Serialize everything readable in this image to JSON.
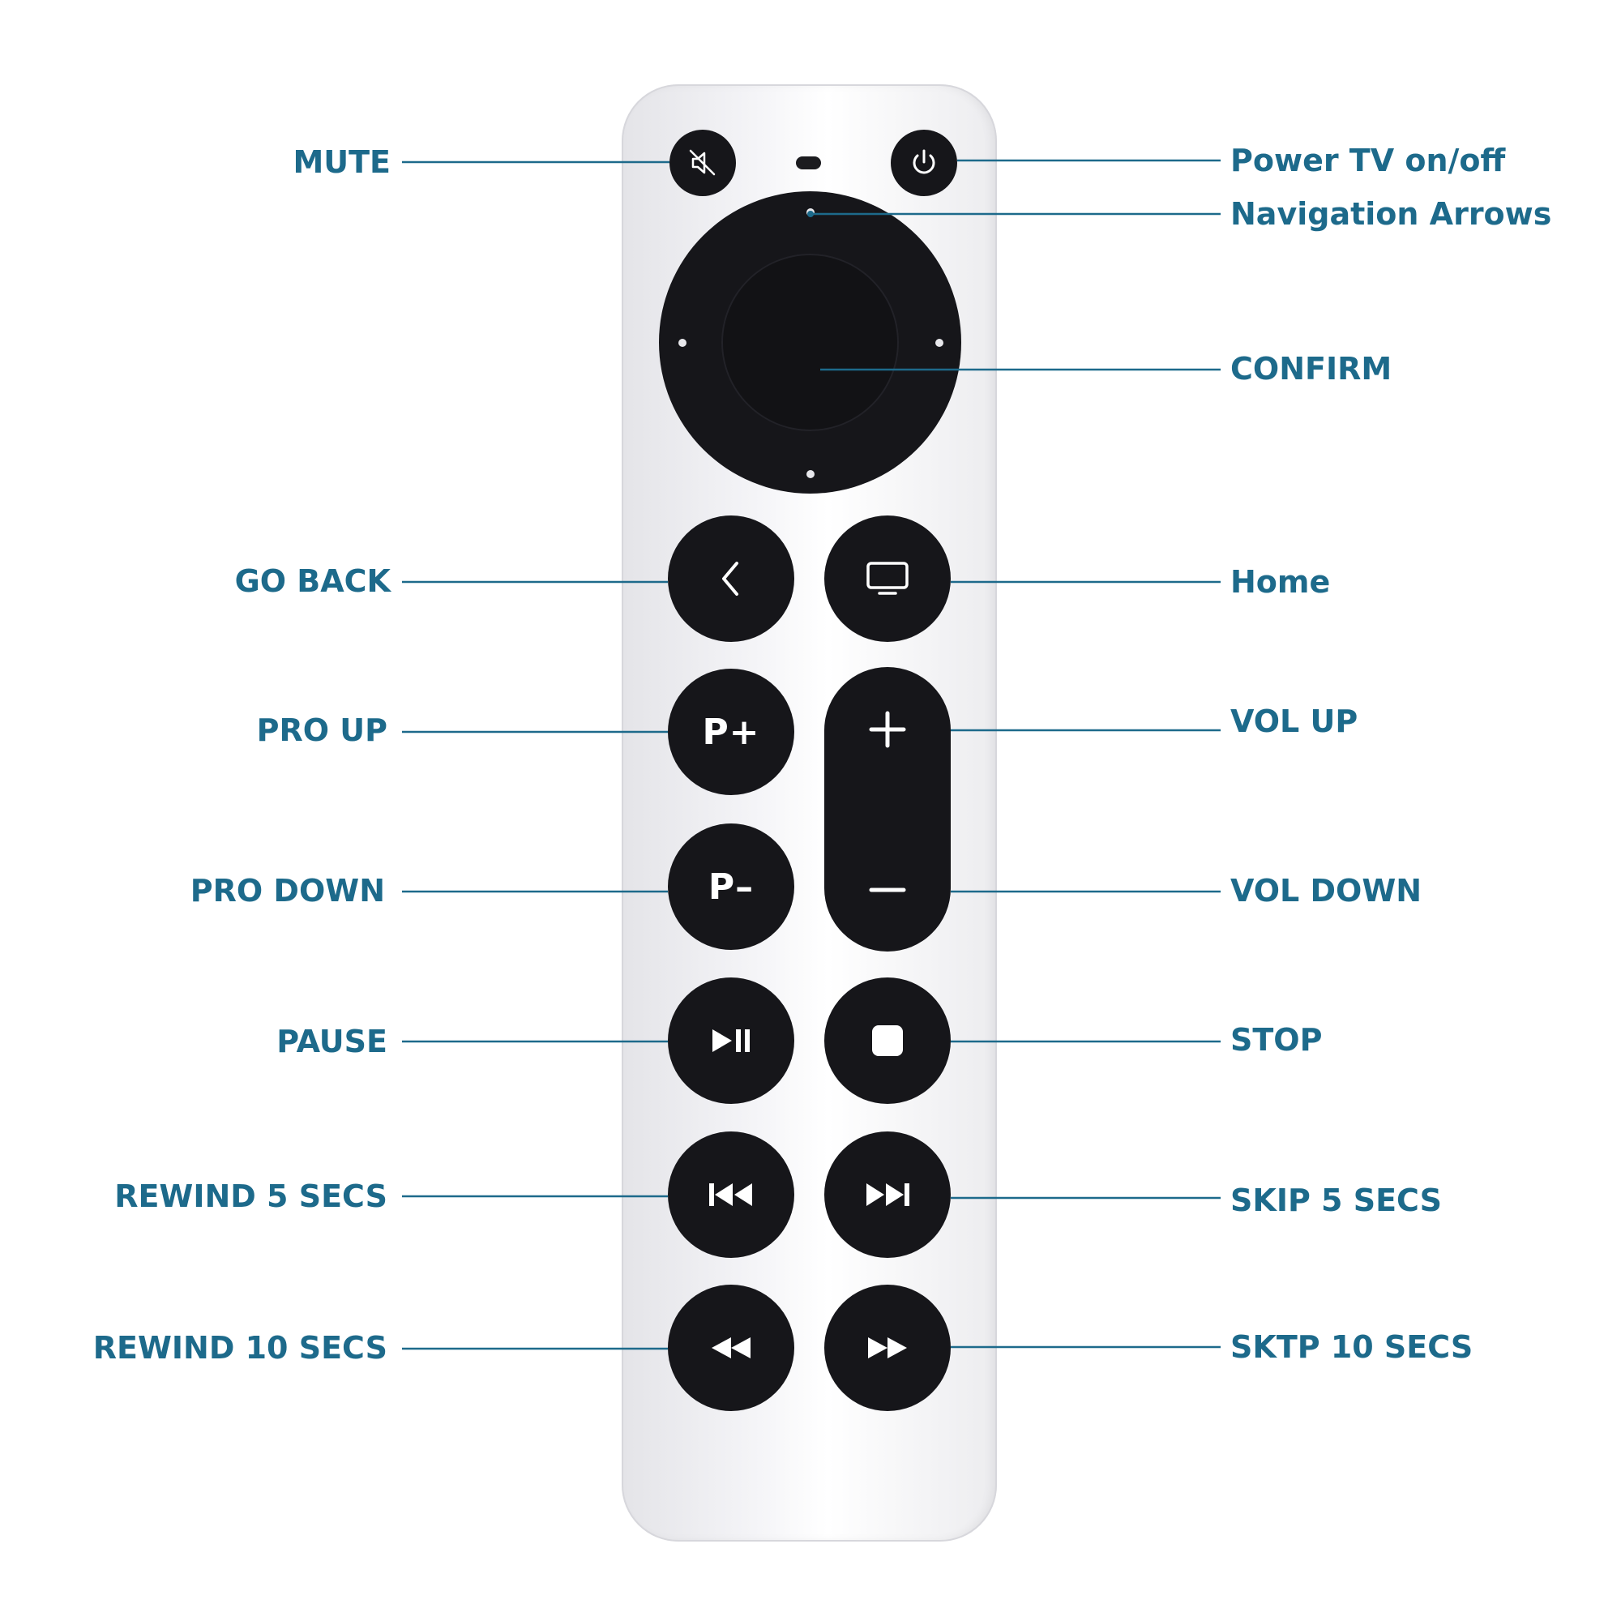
{
  "labels": {
    "mute": "MUTE",
    "go_back": "GO BACK",
    "pro_up": "PRO UP",
    "pro_down": "PRO DOWN",
    "pause": "PAUSE",
    "rewind_5": "REWIND 5 SECS",
    "rewind_10": "REWIND 10 SECS",
    "power": "Power TV on/off",
    "navigation": "Navigation Arrows",
    "confirm": "CONFIRM",
    "home": "Home",
    "vol_up": "VOL UP",
    "vol_down": "VOL DOWN",
    "stop": "STOP",
    "skip_5": "SKIP 5 SECS",
    "skip_10": "SKTP 10 SECS"
  },
  "buttons": {
    "p_plus": "P+",
    "p_minus": "P–"
  },
  "colors": {
    "label": "#1d6a8b",
    "button": "#16161a",
    "remote_body": "#f0f0f3"
  },
  "icons": {
    "mute": "speaker-muted-icon",
    "power": "power-icon",
    "back": "chevron-left-icon",
    "home": "tv-icon",
    "vol_up": "plus-icon",
    "vol_down": "minus-icon",
    "pause": "play-pause-icon",
    "stop": "stop-icon",
    "rewind_5": "skip-previous-icon",
    "skip_5": "skip-next-icon",
    "rewind_10": "rewind-icon",
    "skip_10": "fast-forward-icon"
  }
}
